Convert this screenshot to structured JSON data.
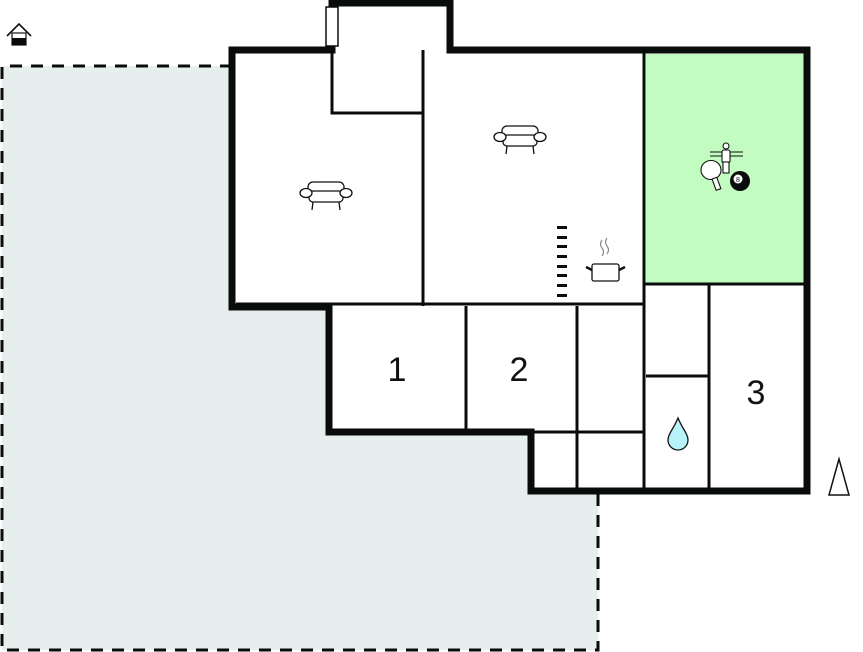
{
  "plan": {
    "type": "floor plan",
    "colors": {
      "wall": "#0a0c0b",
      "terrace_fill": "#e6efee",
      "activity_room_fill": "#c3fcc0",
      "water_fill": "#b8f3fb",
      "background": "#ffffff"
    },
    "rooms": [
      {
        "id": "living-room-west",
        "icon": "sofa-icon"
      },
      {
        "id": "entrance-notch"
      },
      {
        "id": "living-kitchen",
        "icons": [
          "sofa-icon",
          "cooking-pot-icon",
          "stairs-icon"
        ]
      },
      {
        "id": "activity-room",
        "icons": [
          "table-football-icon",
          "table-tennis-icon",
          "billiard-8-ball-icon"
        ],
        "billiard_ball_label": "8"
      },
      {
        "id": "bedroom-1",
        "label": "1"
      },
      {
        "id": "bedroom-2",
        "label": "2"
      },
      {
        "id": "bedroom-3",
        "label": "3"
      },
      {
        "id": "bathroom",
        "icon": "water-drop-icon"
      },
      {
        "id": "terrace",
        "style": "dashed outline"
      }
    ],
    "markers": {
      "entrance": "entrance-house-icon",
      "north": "north-arrow-icon"
    }
  }
}
